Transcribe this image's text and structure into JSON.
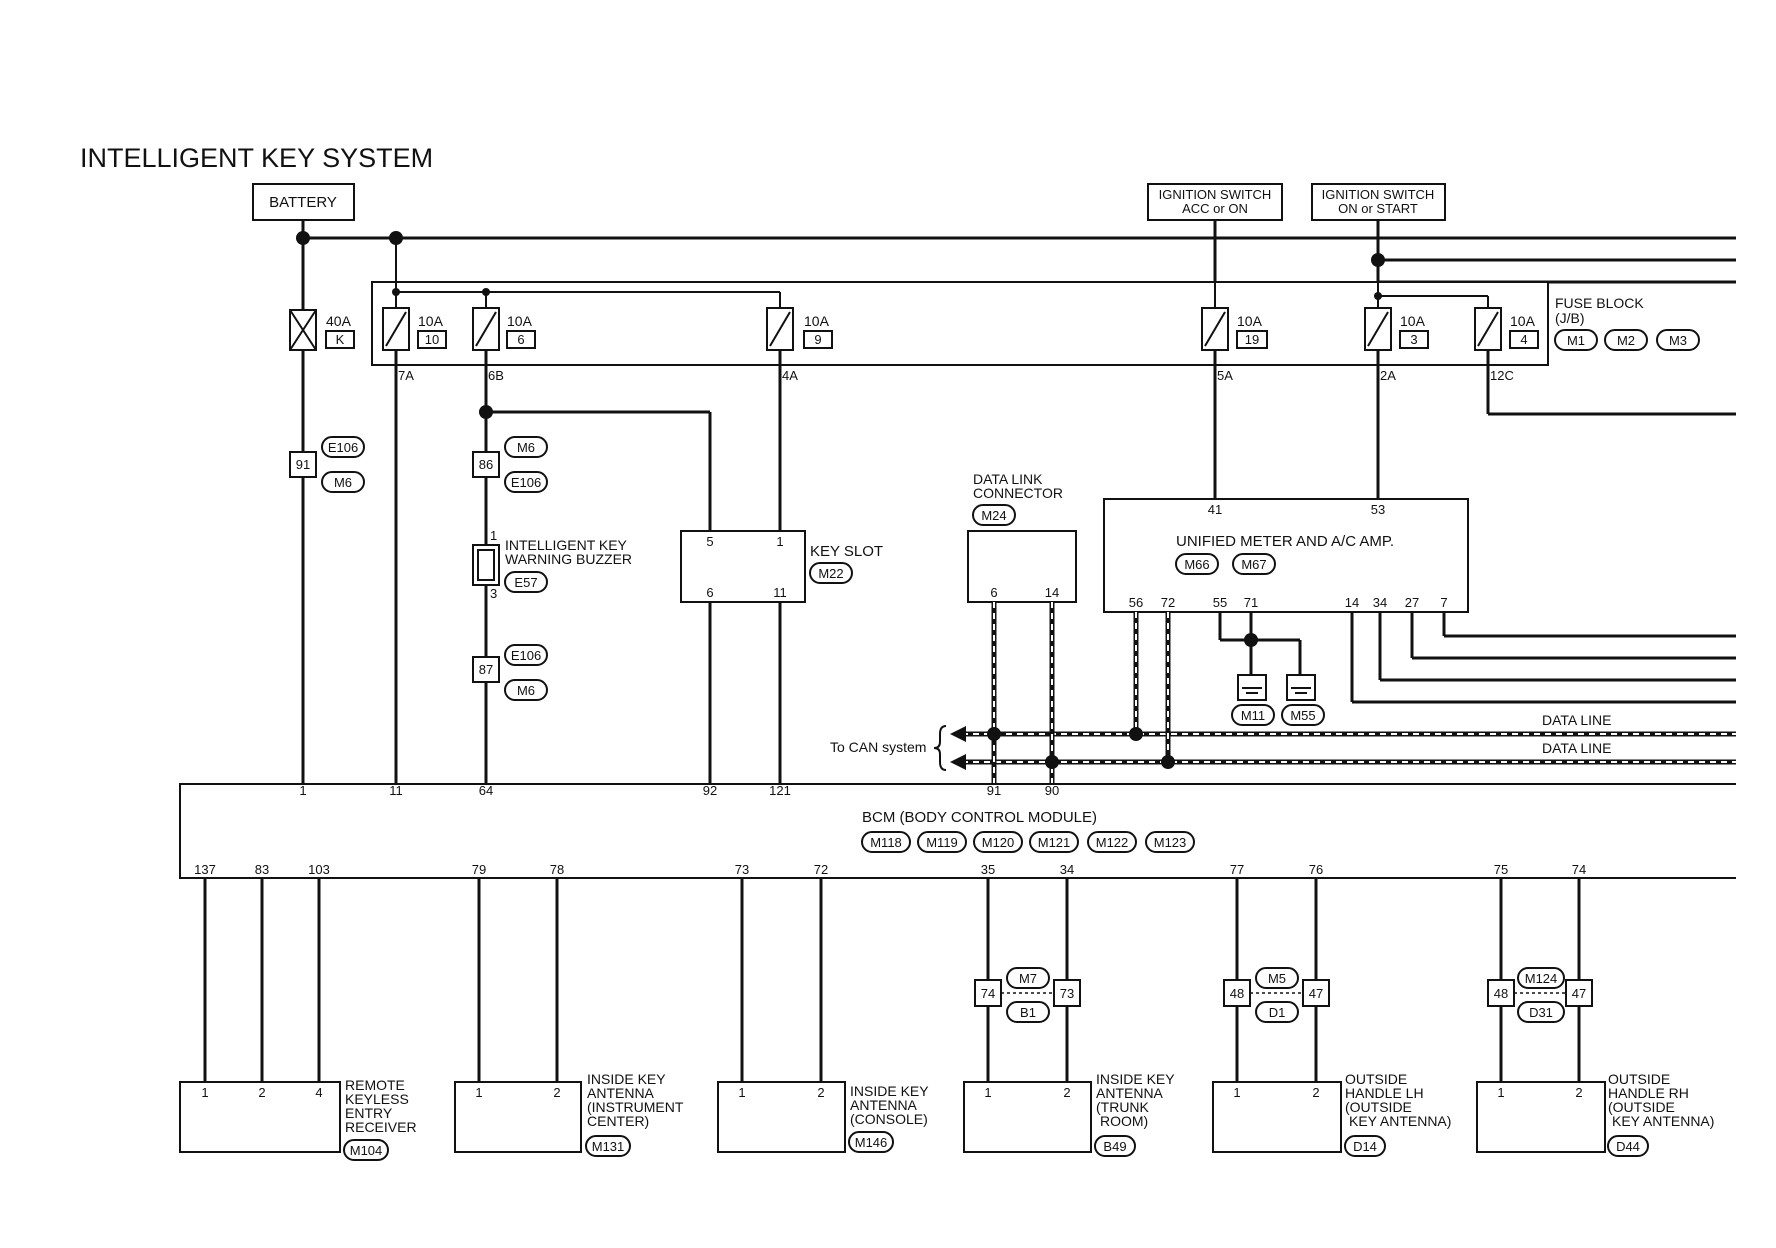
{
  "title": "INTELLIGENT KEY SYSTEM",
  "sources": {
    "battery": "BATTERY",
    "ign_acc_1": "IGNITION SWITCH",
    "ign_acc_2": "ACC or ON",
    "ign_on_1": "IGNITION SWITCH",
    "ign_on_2": "ON or START"
  },
  "fuse_block": {
    "label_1": "FUSE BLOCK",
    "label_2": "(J/B)",
    "connectors": [
      "M1",
      "M2",
      "M3"
    ],
    "fuses": [
      {
        "amp": "40A",
        "id": "K"
      },
      {
        "amp": "10A",
        "id": "10",
        "term": "7A"
      },
      {
        "amp": "10A",
        "id": "6",
        "term": "6B"
      },
      {
        "amp": "10A",
        "id": "9",
        "term": "4A"
      },
      {
        "amp": "10A",
        "id": "19",
        "term": "5A"
      },
      {
        "amp": "10A",
        "id": "3",
        "term": "2A"
      },
      {
        "amp": "10A",
        "id": "4",
        "term": "12C"
      }
    ]
  },
  "joints": {
    "j91": "91",
    "j91_c1": "E106",
    "j91_c2": "M6",
    "j86": "86",
    "j86_c1": "M6",
    "j86_c2": "E106",
    "j87": "87",
    "j87_c1": "E106",
    "j87_c2": "M6"
  },
  "buzzer": {
    "line1": "INTELLIGENT KEY",
    "line2": "WARNING BUZZER",
    "conn": "E57",
    "pin1": "1",
    "pin3": "3"
  },
  "key_slot": {
    "label": "KEY SLOT",
    "conn": "M22",
    "pins": [
      "5",
      "1",
      "6",
      "11"
    ]
  },
  "dlc": {
    "line1": "DATA LINK",
    "line2": "CONNECTOR",
    "conn": "M24",
    "pins": [
      "6",
      "14"
    ]
  },
  "meter": {
    "label": "UNIFIED METER AND A/C AMP.",
    "conns": [
      "M66",
      "M67"
    ],
    "top_pins": [
      "41",
      "53"
    ],
    "bottom_pins": [
      "56",
      "72",
      "55",
      "71",
      "14",
      "34",
      "27",
      "7"
    ],
    "grounds": [
      "M11",
      "M55"
    ]
  },
  "can": {
    "to_can": "To CAN system",
    "data_line_1": "DATA LINE",
    "data_line_2": "DATA LINE"
  },
  "bcm": {
    "label": "BCM (BODY CONTROL MODULE)",
    "conns": [
      "M118",
      "M119",
      "M120",
      "M121",
      "M122",
      "M123"
    ],
    "top_pins": [
      "1",
      "11",
      "64",
      "92",
      "121",
      "91",
      "90"
    ],
    "bottom_pins": [
      "137",
      "83",
      "103",
      "79",
      "78",
      "73",
      "72",
      "35",
      "34",
      "77",
      "76",
      "75",
      "74"
    ]
  },
  "harness": [
    {
      "left": "74",
      "right": "73",
      "c1": "M7",
      "c2": "B1"
    },
    {
      "left": "48",
      "right": "47",
      "c1": "M5",
      "c2": "D1"
    },
    {
      "left": "48",
      "right": "47",
      "c1": "M124",
      "c2": "D31"
    }
  ],
  "components": [
    {
      "lines": [
        "REMOTE",
        "KEYLESS",
        "ENTRY",
        "RECEIVER"
      ],
      "conn": "M104",
      "pins": [
        "1",
        "2",
        "4"
      ]
    },
    {
      "lines": [
        "INSIDE KEY",
        "ANTENNA",
        "(INSTRUMENT",
        "CENTER)"
      ],
      "conn": "M131",
      "pins": [
        "1",
        "2"
      ]
    },
    {
      "lines": [
        "INSIDE KEY",
        "ANTENNA",
        "(CONSOLE)"
      ],
      "conn": "M146",
      "pins": [
        "1",
        "2"
      ]
    },
    {
      "lines": [
        "INSIDE KEY",
        "ANTENNA",
        "(TRUNK",
        "ROOM)"
      ],
      "conn": "B49",
      "pins": [
        "1",
        "2"
      ]
    },
    {
      "lines": [
        "OUTSIDE",
        "HANDLE LH",
        "(OUTSIDE",
        "KEY ANTENNA)"
      ],
      "conn": "D14",
      "pins": [
        "1",
        "2"
      ]
    },
    {
      "lines": [
        "OUTSIDE",
        "HANDLE RH",
        "(OUTSIDE",
        "KEY ANTENNA)"
      ],
      "conn": "D44",
      "pins": [
        "1",
        "2"
      ]
    }
  ]
}
